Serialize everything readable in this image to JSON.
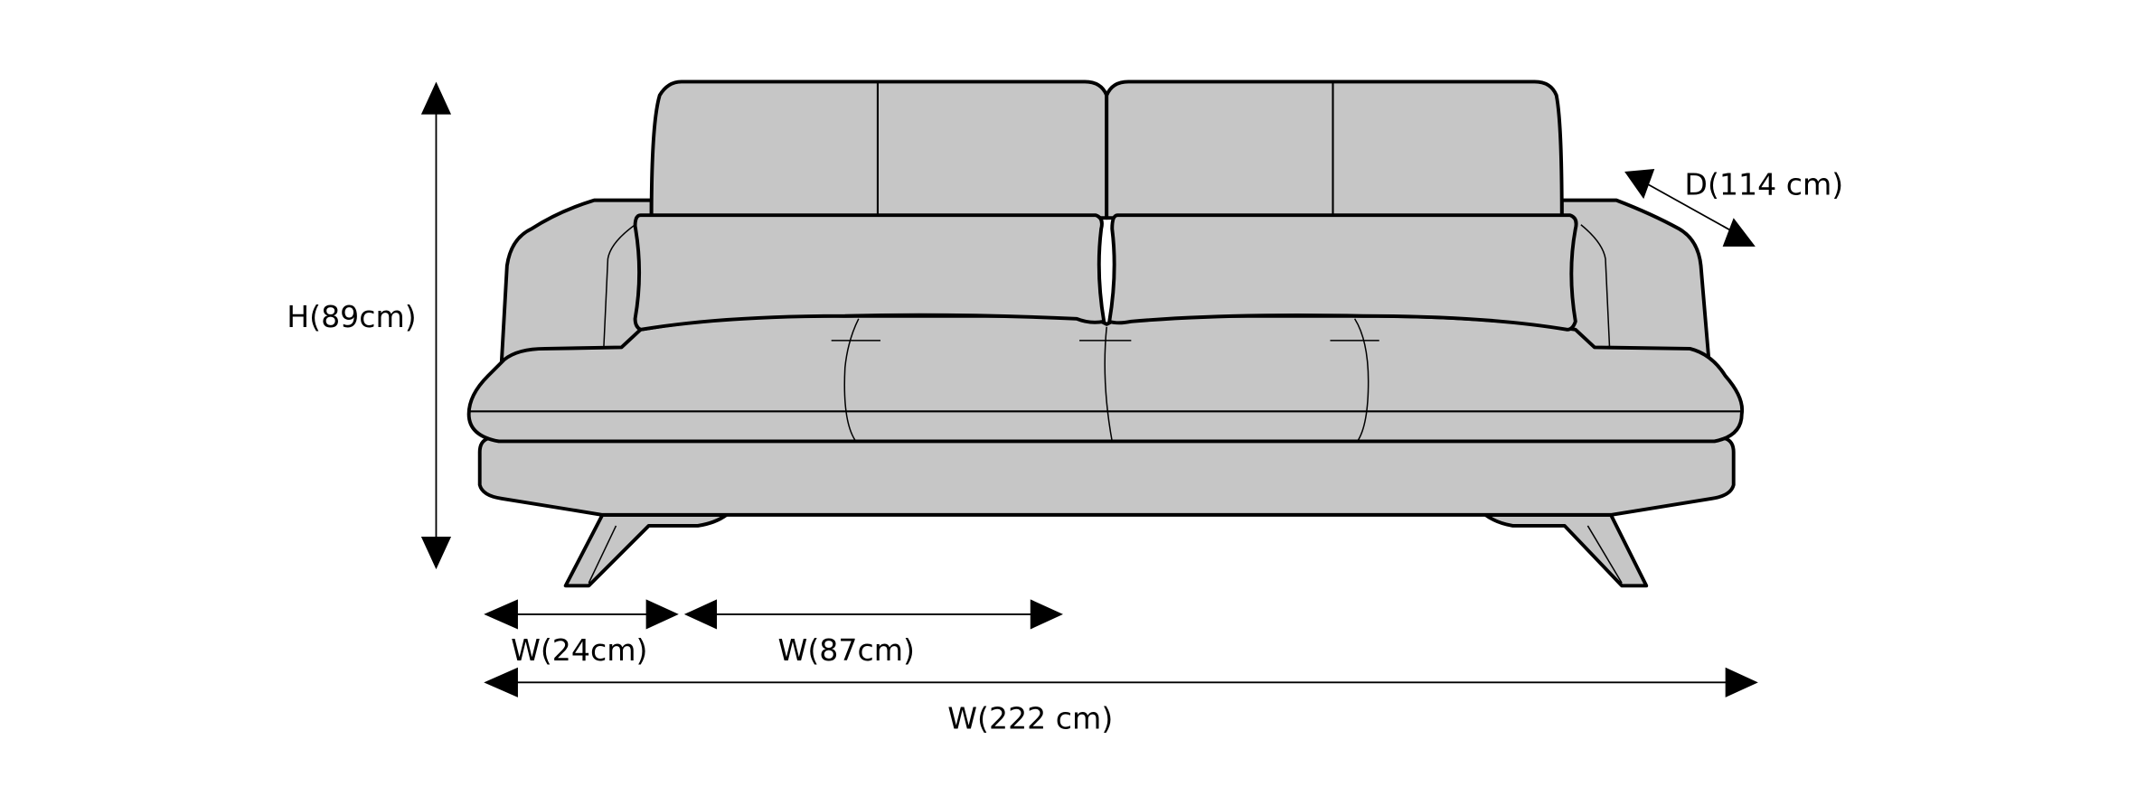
{
  "dimensions": {
    "height": "H(89cm)",
    "depth": "D(114 cm)",
    "arm_width": "W(24cm)",
    "seat_width": "W(87cm)",
    "total_width": "W(222 cm)"
  },
  "colors": {
    "upholstery": "#c6c6c6",
    "outline": "#000000"
  }
}
